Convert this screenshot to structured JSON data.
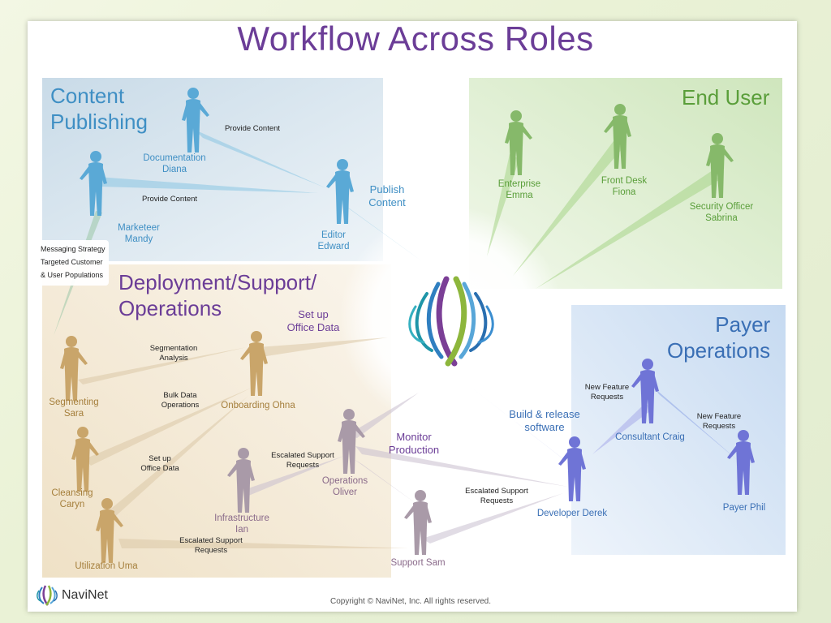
{
  "title": "Workflow Across Roles",
  "regions": {
    "content_publishing": "Content\nPublishing",
    "end_user": "End User",
    "deployment": "Deployment/Support/\nOperations",
    "payer_operations": "Payer\nOperations"
  },
  "people": {
    "documentation_diana": "Documentation\nDiana",
    "marketeer_mandy": "Marketeer\nMandy",
    "editor_edward": "Editor\nEdward",
    "enterprise_emma": "Enterprise\nEmma",
    "front_desk_fiona": "Front Desk\nFiona",
    "security_officer_sabrina": "Security Officer\nSabrina",
    "segmenting_sara": "Segmenting\nSara",
    "onboarding_ohna": "Onboarding Ohna",
    "cleansing_caryn": "Cleansing\nCaryn",
    "utilization_uma": "Utilization Uma",
    "infrastructure_ian": "Infrastructure\nIan",
    "operations_oliver": "Operations\nOliver",
    "support_sam": "Support Sam",
    "developer_derek": "Developer Derek",
    "consultant_craig": "Consultant Craig",
    "payer_phil": "Payer Phil"
  },
  "flows": {
    "provide_content_1": "Provide Content",
    "provide_content_2": "Provide Content",
    "publish_content": "Publish\nContent",
    "messaging_strategy": [
      "Messaging Strategy",
      "Targeted Customer",
      "& User Populations"
    ],
    "set_up_office_data_1": "Set up\nOffice Data",
    "segmentation_analysis": "Segmentation\nAnalysis",
    "bulk_data_operations": "Bulk Data\nOperations",
    "set_up_office_data_2": "Set up\nOffice Data",
    "escalated_support_1": "Escalated Support\nRequests",
    "escalated_support_2": "Escalated Support\nRequests",
    "escalated_support_3": "Escalated Support\nRequests",
    "monitor_production": "Monitor\nProduction",
    "build_release": "Build & release\nsoftware",
    "new_feature_1": "New Feature\nRequests",
    "new_feature_2": "New Feature\nRequests"
  },
  "colors": {
    "title": "#6b3d97",
    "content_publishing": "#3f8fc4",
    "end_user": "#5a9e3a",
    "deployment": "#6b3d97",
    "payer_operations": "#3a6fb5",
    "blue_person": "#5aa9d6",
    "green_person": "#86b96a",
    "tan_person": "#c9a56a",
    "mauve_person": "#a99aa8",
    "violet_person": "#6f74d6"
  },
  "logo": {
    "text": "NaviNet",
    "icon": "navinet-logo-icon"
  },
  "copyright": "Copyright © NaviNet,  Inc. All rights reserved."
}
